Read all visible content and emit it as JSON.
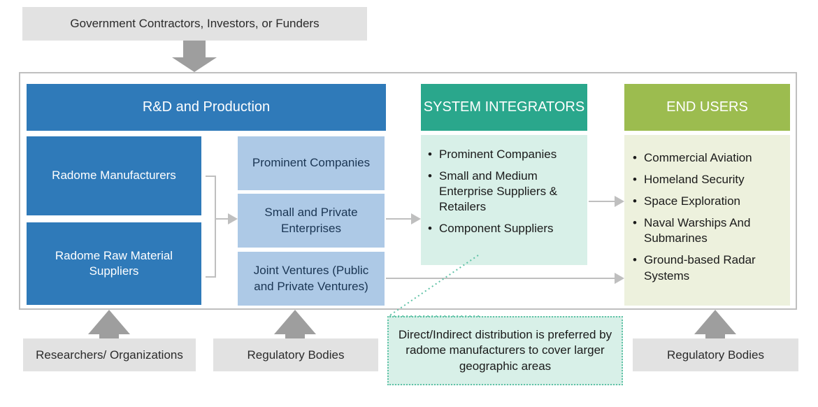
{
  "diagram": {
    "title": "Radome value chain diagram",
    "colors": {
      "grey_box": "#e2e2e2",
      "dark_blue": "#2f7ab9",
      "light_blue": "#adc9e6",
      "teal_header": "#2aa78c",
      "teal_body": "#d8f0e8",
      "green_header": "#9cbc4f",
      "green_body": "#edf1dd",
      "arrow_grey": "#a6a6a6",
      "frame_border": "#bfbfbf",
      "callout_border": "#5fc2a6"
    }
  },
  "top_stakeholder": {
    "label": "Government Contractors, Investors, or Funders"
  },
  "rnd_column": {
    "header": "R&D and Production",
    "producers": [
      {
        "label": "Radome Manufacturers"
      },
      {
        "label": "Radome Raw Material Suppliers"
      }
    ],
    "channels": [
      {
        "label": "Prominent Companies"
      },
      {
        "label": "Small and Private Enterprises"
      },
      {
        "label": "Joint Ventures (Public and Private Ventures)"
      }
    ]
  },
  "system_integrators": {
    "header": "SYSTEM INTEGRATORS",
    "items": [
      "Prominent Companies",
      "Small and Medium Enterprise Suppliers & Retailers",
      "Component Suppliers"
    ]
  },
  "end_users": {
    "header": "END USERS",
    "items": [
      "Commercial Aviation",
      "Homeland Security",
      "Space Exploration",
      " Naval Warships And Submarines",
      "Ground-based Radar Systems"
    ]
  },
  "callout": {
    "text": "Direct/Indirect distribution is preferred by radome manufacturers to cover larger geographic areas"
  },
  "bottom_stakeholders": [
    {
      "label": "Researchers/ Organizations"
    },
    {
      "label": "Regulatory Bodies"
    },
    {
      "label": "Regulatory Bodies"
    }
  ]
}
